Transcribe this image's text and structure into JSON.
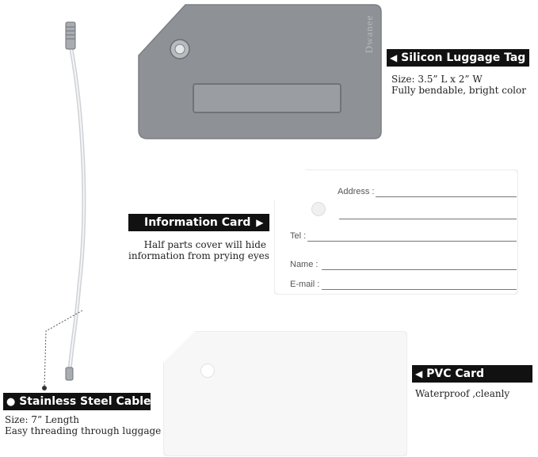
{
  "tag": {
    "brand": "Dwanee",
    "label": "Silicon Luggage Tag",
    "size_line": "Size: 3.5”  L  x  2”  W",
    "desc_line": "Fully bendable, bright color",
    "color": "#8e9196"
  },
  "info_card": {
    "label": "Information Card",
    "caption_line1": "Half parts cover will hide",
    "caption_line2": "information from prying eyes",
    "fields": {
      "address": "Address :",
      "tel": "Tel :",
      "name": "Name :",
      "email": "E-mail :"
    }
  },
  "pvc_card": {
    "label": "PVC Card",
    "caption": "Waterproof ,cleanly"
  },
  "cable": {
    "label": "Stainless Steel Cable",
    "size_line": "Size: 7”   Length",
    "desc_line": "Easy threading through luggage"
  }
}
